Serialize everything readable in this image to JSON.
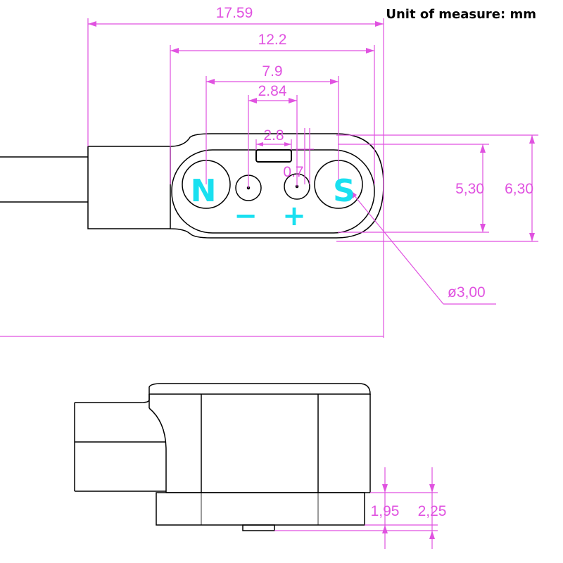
{
  "header": {
    "unit_label": "Unit of measure: mm"
  },
  "top_view": {
    "dims": {
      "overall_width": "17.59",
      "body_width": "12.2",
      "magnet_pitch": "7.9",
      "pin_pitch": "2.84",
      "slot_width": "2.8",
      "pin_diameter": "0.7",
      "inner_height": "5,30",
      "outer_height": "6,30",
      "magnet_diameter": "ø3,00"
    },
    "poles": {
      "north": "N",
      "south": "S"
    },
    "signs": {
      "minus": "−",
      "plus": "+"
    }
  },
  "side_view": {
    "dims": {
      "step_height": "1,95",
      "total_height": "2,25"
    }
  },
  "colors": {
    "dimension": "#e052e0",
    "label": "#19e0f0",
    "outline": "#000000"
  }
}
